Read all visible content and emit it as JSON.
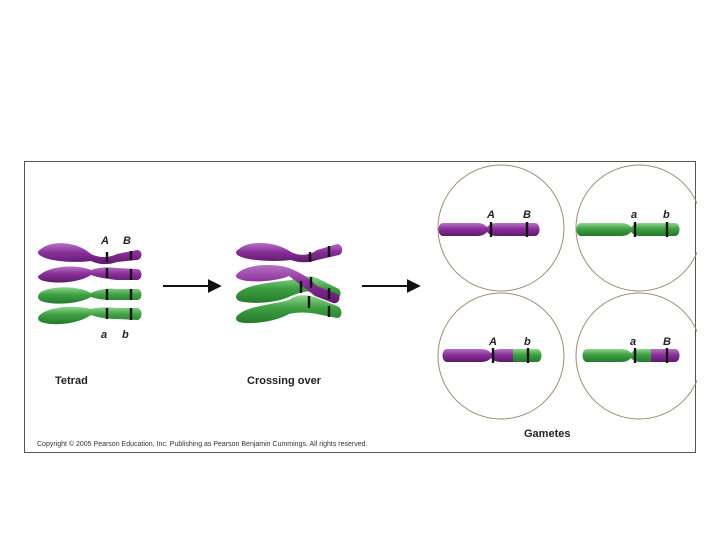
{
  "stages": {
    "tetrad": "Tetrad",
    "crossing_over": "Crossing over",
    "gametes": "Gametes"
  },
  "alleles": {
    "A": "A",
    "B": "B",
    "a": "a",
    "b": "b"
  },
  "gametes": [
    {
      "left_allele": "A",
      "right_allele": "B"
    },
    {
      "left_allele": "a",
      "right_allele": "b"
    },
    {
      "left_allele": "A",
      "right_allele": "b"
    },
    {
      "left_allele": "a",
      "right_allele": "B"
    }
  ],
  "copyright": "Copyright © 2005 Pearson Education, Inc. Publishing as Pearson Benjamin Cummings. All rights reserved.",
  "colors": {
    "maternal_purple": "#8a2f9a",
    "paternal_green": "#3fa043",
    "band": "#111111",
    "gamete_circle": "#a08a72",
    "arrow": "#111111"
  }
}
